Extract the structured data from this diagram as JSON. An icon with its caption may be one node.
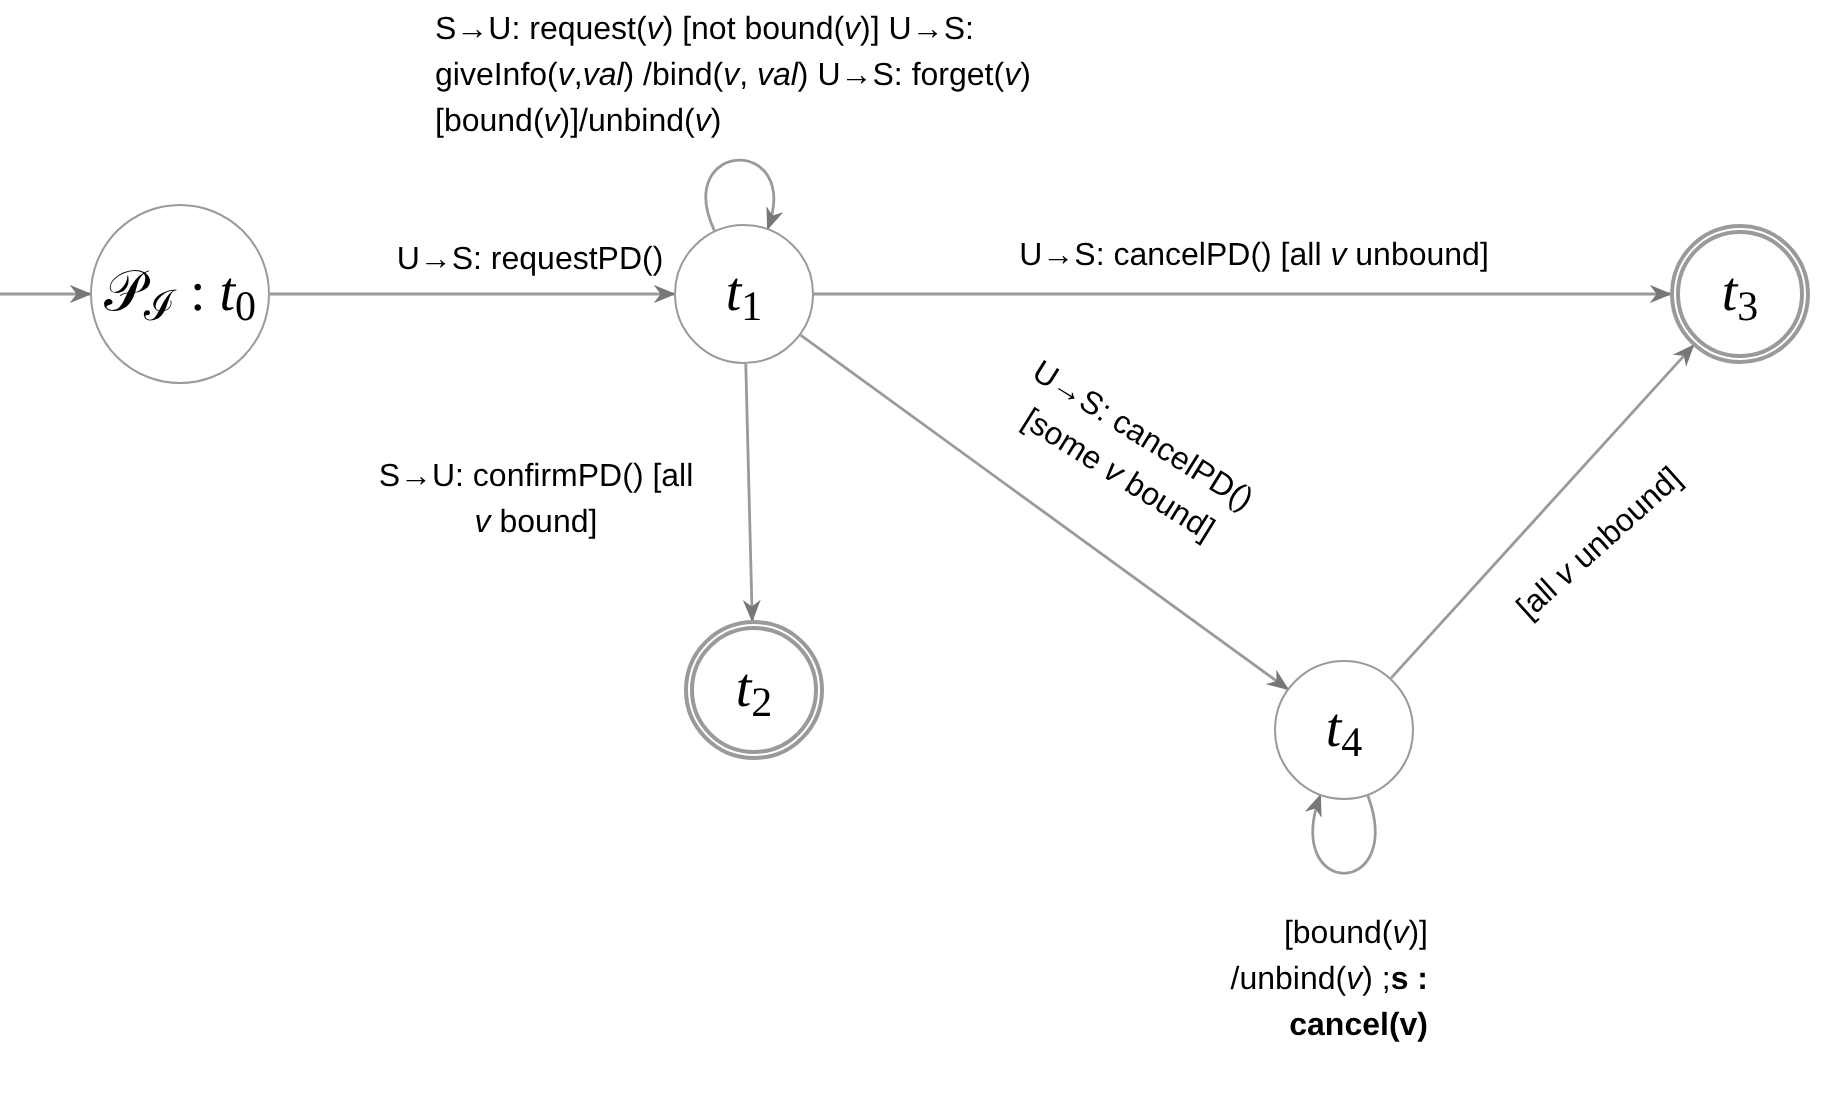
{
  "diagram": {
    "nodes": [
      {
        "text": [
          "𝒫$_{ℐ}$ : *t*$_{0}$"
        ]
      },
      {
        "text": [
          "*t*$_{1}$"
        ]
      },
      {
        "text": [
          "*t*$_{2}$"
        ]
      },
      {
        "text": [
          "*t*$_{3}$"
        ]
      },
      {
        "text": [
          "*t*$_{4}$"
        ]
      }
    ],
    "edges": [
      {
        "from": null,
        "to": 0,
        "arrow": "to"
      },
      {
        "from": 0,
        "to": 1,
        "arrow": "to",
        "label": "U→S: requestPD()"
      },
      {
        "from": 1,
        "to": 1,
        "arrow": "to",
        "label": "S→U: request(*v*) [not bound(*v*)] U→S: giveInfo(*v*,*val*) /bind(*v*, *val*) U→S: forget(*v*) [bound(*v*)]/unbind(*v*)"
      },
      {
        "from": 1,
        "to": 2,
        "arrow": "to",
        "label": "S→U: confirmPD() [all *v* bound]"
      },
      {
        "from": 1,
        "to": 3,
        "arrow": "to",
        "label": "U→S: cancelPD() [all *v* unbound]"
      },
      {
        "from": 1,
        "to": 4,
        "arrow": "to",
        "label": "U→S: cancelPD() [some *v* bound]"
      },
      {
        "from": 4,
        "to": 3,
        "arrow": "to",
        "label": "[all *v* unbound]"
      },
      {
        "from": 4,
        "to": 4,
        "arrow": "to",
        "label": "[bound(*v*)] /unbind(*v*) ;**s : cancel(v)**"
      }
    ]
  }
}
